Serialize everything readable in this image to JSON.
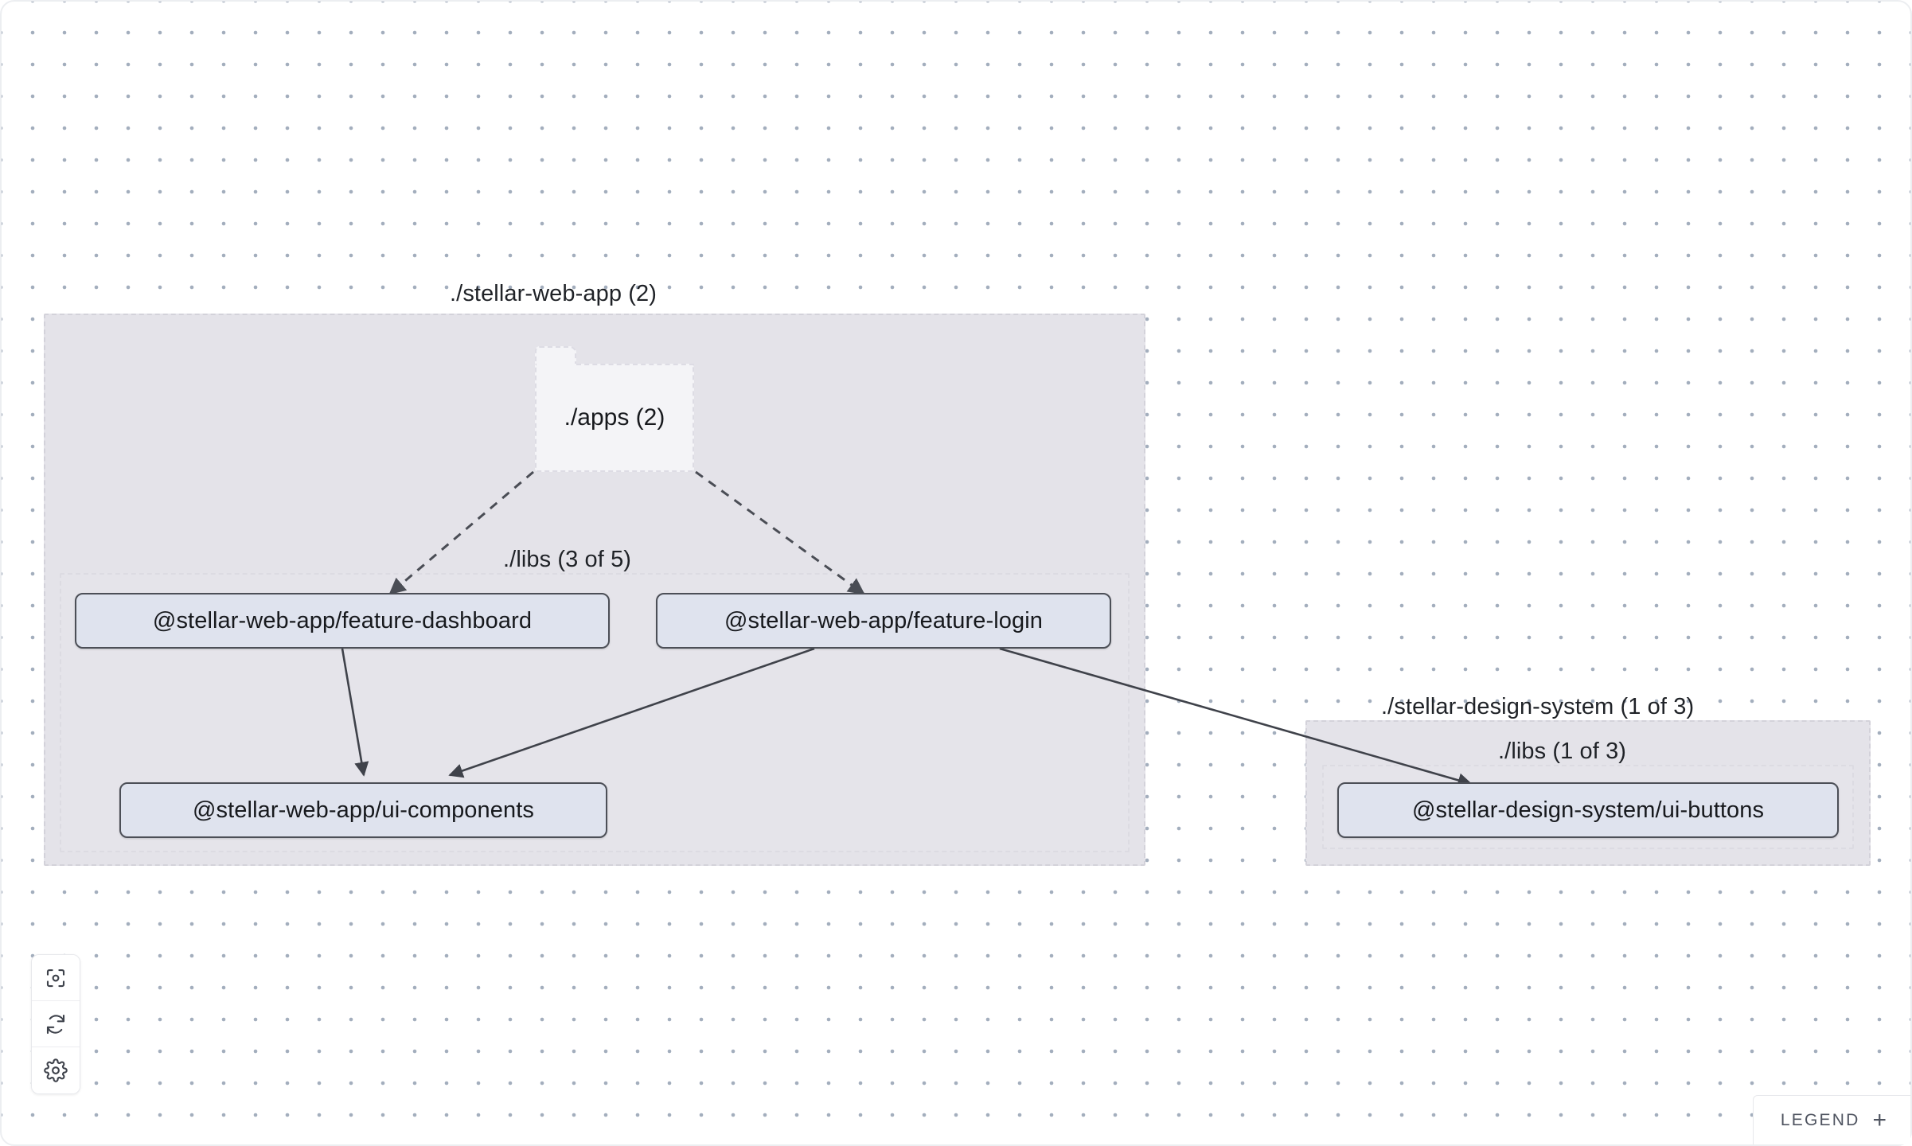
{
  "canvas": {
    "background": "#ffffff",
    "dot_color": "#a3aebd",
    "grid_spacing": 40
  },
  "groups": [
    {
      "id": "stellar-web-app",
      "label": "./stellar-web-app (2)",
      "fill": "#e4e3e9",
      "border": "#d3d2da"
    },
    {
      "id": "stellar-design-system",
      "label": "./stellar-design-system (1 of 3)",
      "fill": "#e4e3e9",
      "border": "#d3d2da"
    }
  ],
  "subgroups": [
    {
      "id": "web-app-libs",
      "label": "./libs (3 of 5)"
    },
    {
      "id": "design-system-libs",
      "label": "./libs (1 of 3)"
    }
  ],
  "folders": [
    {
      "id": "apps-folder",
      "label": "./apps (2)",
      "fill": "#f4f4f7"
    }
  ],
  "nodes": [
    {
      "id": "feature-dashboard",
      "label": "@stellar-web-app/feature-dashboard"
    },
    {
      "id": "feature-login",
      "label": "@stellar-web-app/feature-login"
    },
    {
      "id": "ui-components",
      "label": "@stellar-web-app/ui-components"
    },
    {
      "id": "ui-buttons",
      "label": "@stellar-design-system/ui-buttons"
    }
  ],
  "edges": [
    {
      "from": "apps-folder",
      "to": "feature-dashboard",
      "style": "dashed"
    },
    {
      "from": "apps-folder",
      "to": "feature-login",
      "style": "dashed"
    },
    {
      "from": "feature-dashboard",
      "to": "ui-components",
      "style": "solid"
    },
    {
      "from": "feature-login",
      "to": "ui-components",
      "style": "solid"
    },
    {
      "from": "feature-login",
      "to": "ui-buttons",
      "style": "solid"
    }
  ],
  "controls": {
    "focus": "focus-icon",
    "refresh": "refresh-icon",
    "settings": "gear-icon"
  },
  "legend": {
    "label": "LEGEND",
    "toggle": "+"
  }
}
